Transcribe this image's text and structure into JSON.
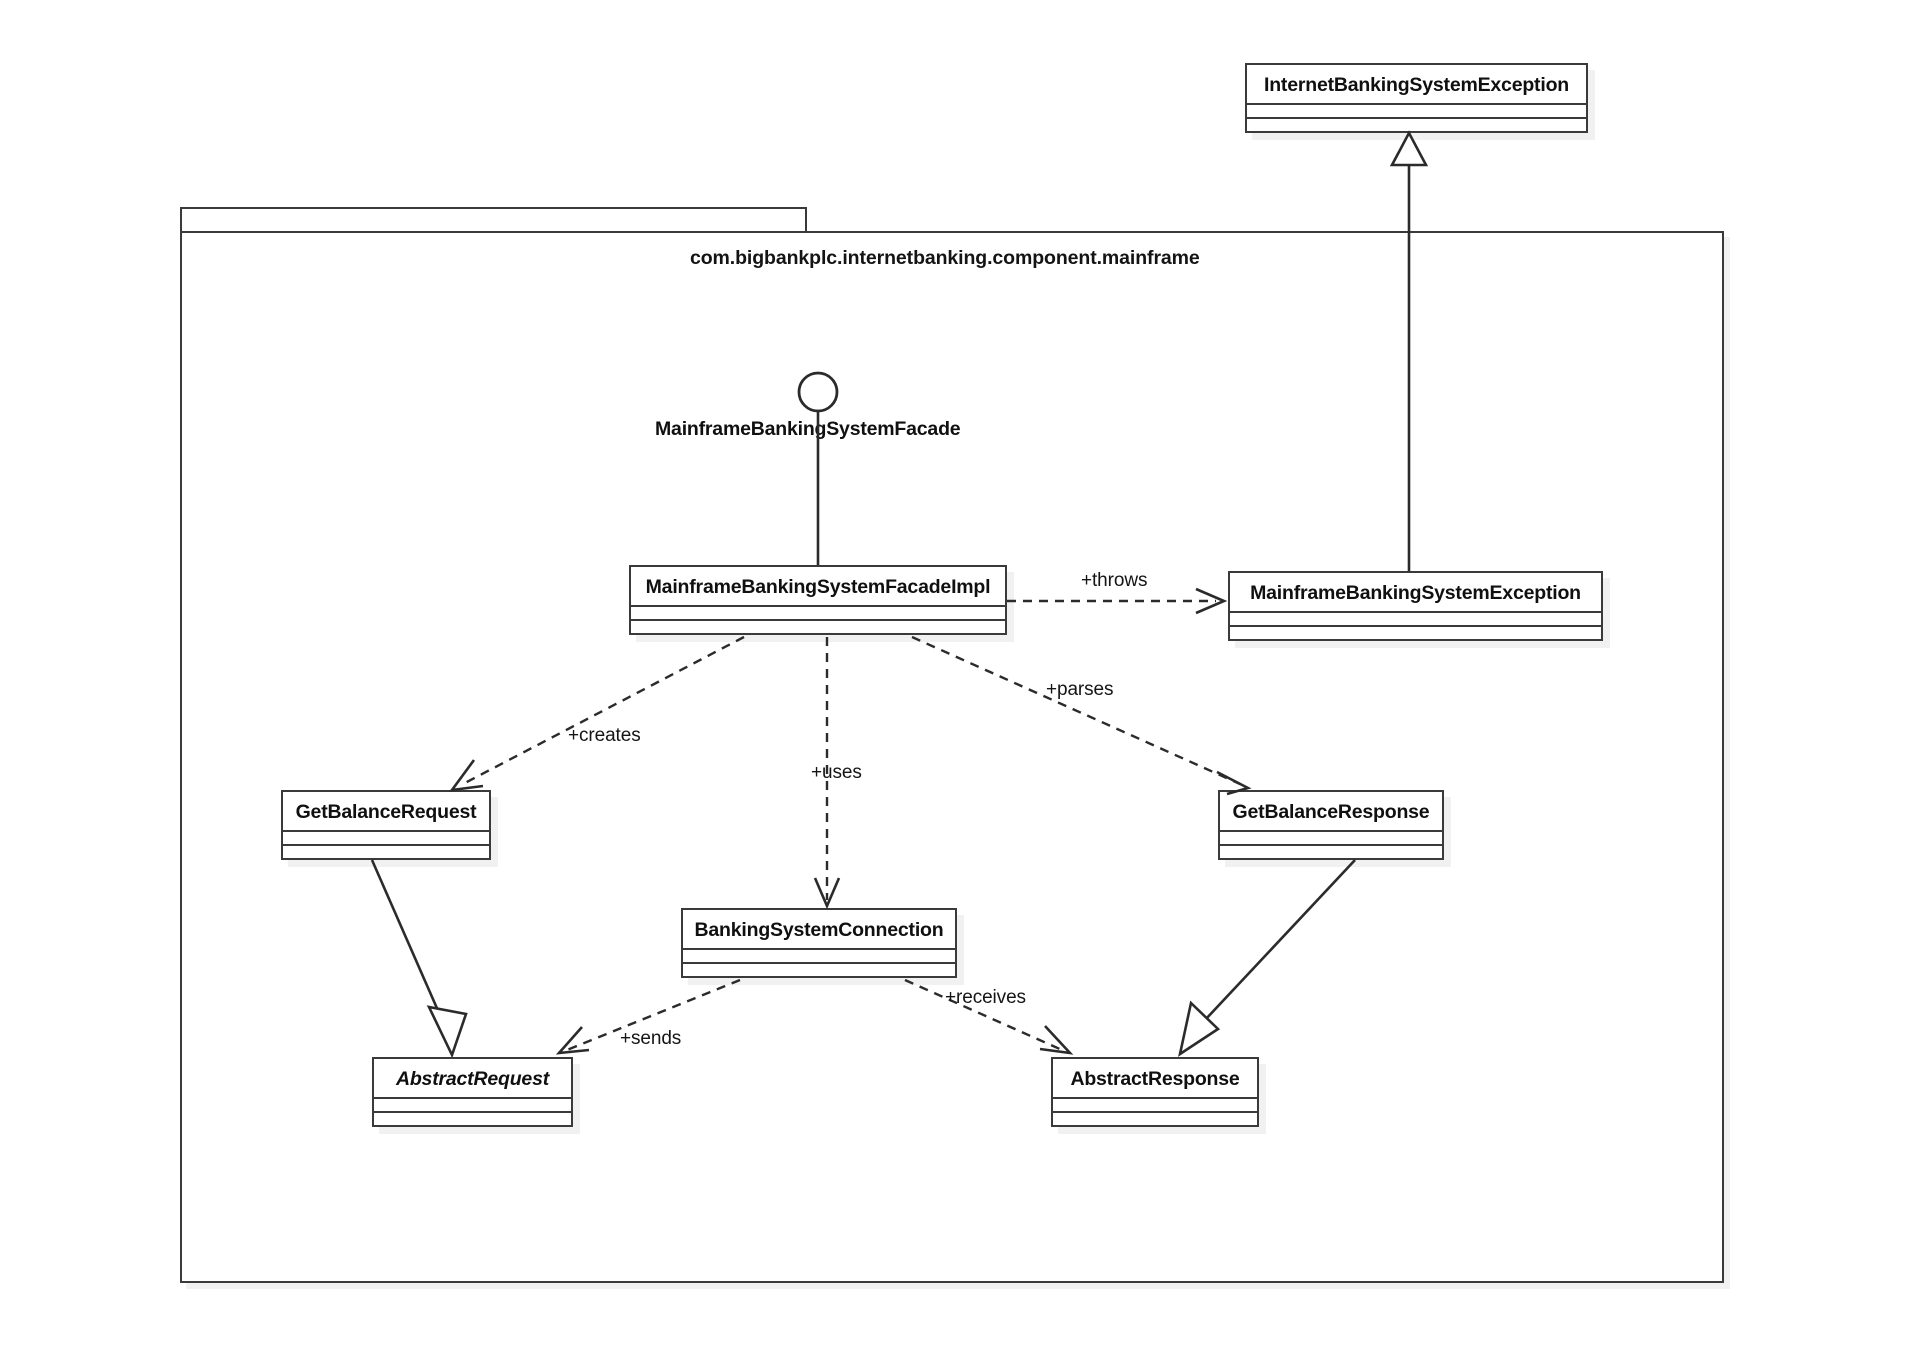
{
  "diagram": {
    "kind": "uml-class-diagram",
    "background": "#ffffff",
    "line_color": "#2b2b2b",
    "box_fill": "#ffffff"
  },
  "package": {
    "name": "com.bigbankplc.internetbanking.component.mainframe"
  },
  "interface": {
    "name": "MainframeBankingSystemFacade",
    "notation": "lollipop"
  },
  "classes": [
    {
      "id": "internet-banking-system-exception",
      "name": "InternetBankingSystemException",
      "abstract": false,
      "inside_package": false
    },
    {
      "id": "mainframe-banking-system-facade-impl",
      "name": "MainframeBankingSystemFacadeImpl",
      "abstract": false,
      "inside_package": true
    },
    {
      "id": "mainframe-banking-system-exception",
      "name": "MainframeBankingSystemException",
      "abstract": false,
      "inside_package": true
    },
    {
      "id": "get-balance-request",
      "name": "GetBalanceRequest",
      "abstract": false,
      "inside_package": true
    },
    {
      "id": "get-balance-response",
      "name": "GetBalanceResponse",
      "abstract": false,
      "inside_package": true
    },
    {
      "id": "banking-system-connection",
      "name": "BankingSystemConnection",
      "abstract": false,
      "inside_package": true
    },
    {
      "id": "abstract-request",
      "name": "AbstractRequest",
      "abstract": true,
      "inside_package": true
    },
    {
      "id": "abstract-response",
      "name": "AbstractResponse",
      "abstract": false,
      "inside_package": true
    }
  ],
  "relationships": [
    {
      "id": "throws",
      "label": "+throws",
      "style": "dashed",
      "arrow": "open",
      "from": "mainframe-banking-system-facade-impl",
      "to": "mainframe-banking-system-exception"
    },
    {
      "id": "creates",
      "label": "+creates",
      "style": "dashed",
      "arrow": "open",
      "from": "mainframe-banking-system-facade-impl",
      "to": "get-balance-request"
    },
    {
      "id": "uses",
      "label": "+uses",
      "style": "dashed",
      "arrow": "open",
      "from": "mainframe-banking-system-facade-impl",
      "to": "banking-system-connection"
    },
    {
      "id": "parses",
      "label": "+parses",
      "style": "dashed",
      "arrow": "open",
      "from": "mainframe-banking-system-facade-impl",
      "to": "get-balance-response"
    },
    {
      "id": "sends",
      "label": "+sends",
      "style": "dashed",
      "arrow": "open",
      "from": "banking-system-connection",
      "to": "abstract-request"
    },
    {
      "id": "receives",
      "label": "+receives",
      "style": "dashed",
      "arrow": "open",
      "from": "banking-system-connection",
      "to": "abstract-response"
    },
    {
      "id": "inherit-exception",
      "label": "",
      "style": "solid",
      "arrow": "hollow-triangle",
      "from": "mainframe-banking-system-exception",
      "to": "internet-banking-system-exception"
    },
    {
      "id": "inherit-request",
      "label": "",
      "style": "solid",
      "arrow": "hollow-triangle",
      "from": "get-balance-request",
      "to": "abstract-request"
    },
    {
      "id": "inherit-response",
      "label": "",
      "style": "solid",
      "arrow": "hollow-triangle",
      "from": "get-balance-response",
      "to": "abstract-response"
    },
    {
      "id": "realizes-facade",
      "label": "",
      "style": "solid",
      "arrow": "none",
      "from": "mainframe-banking-system-facade-impl",
      "to": "interface-lollipop"
    }
  ]
}
